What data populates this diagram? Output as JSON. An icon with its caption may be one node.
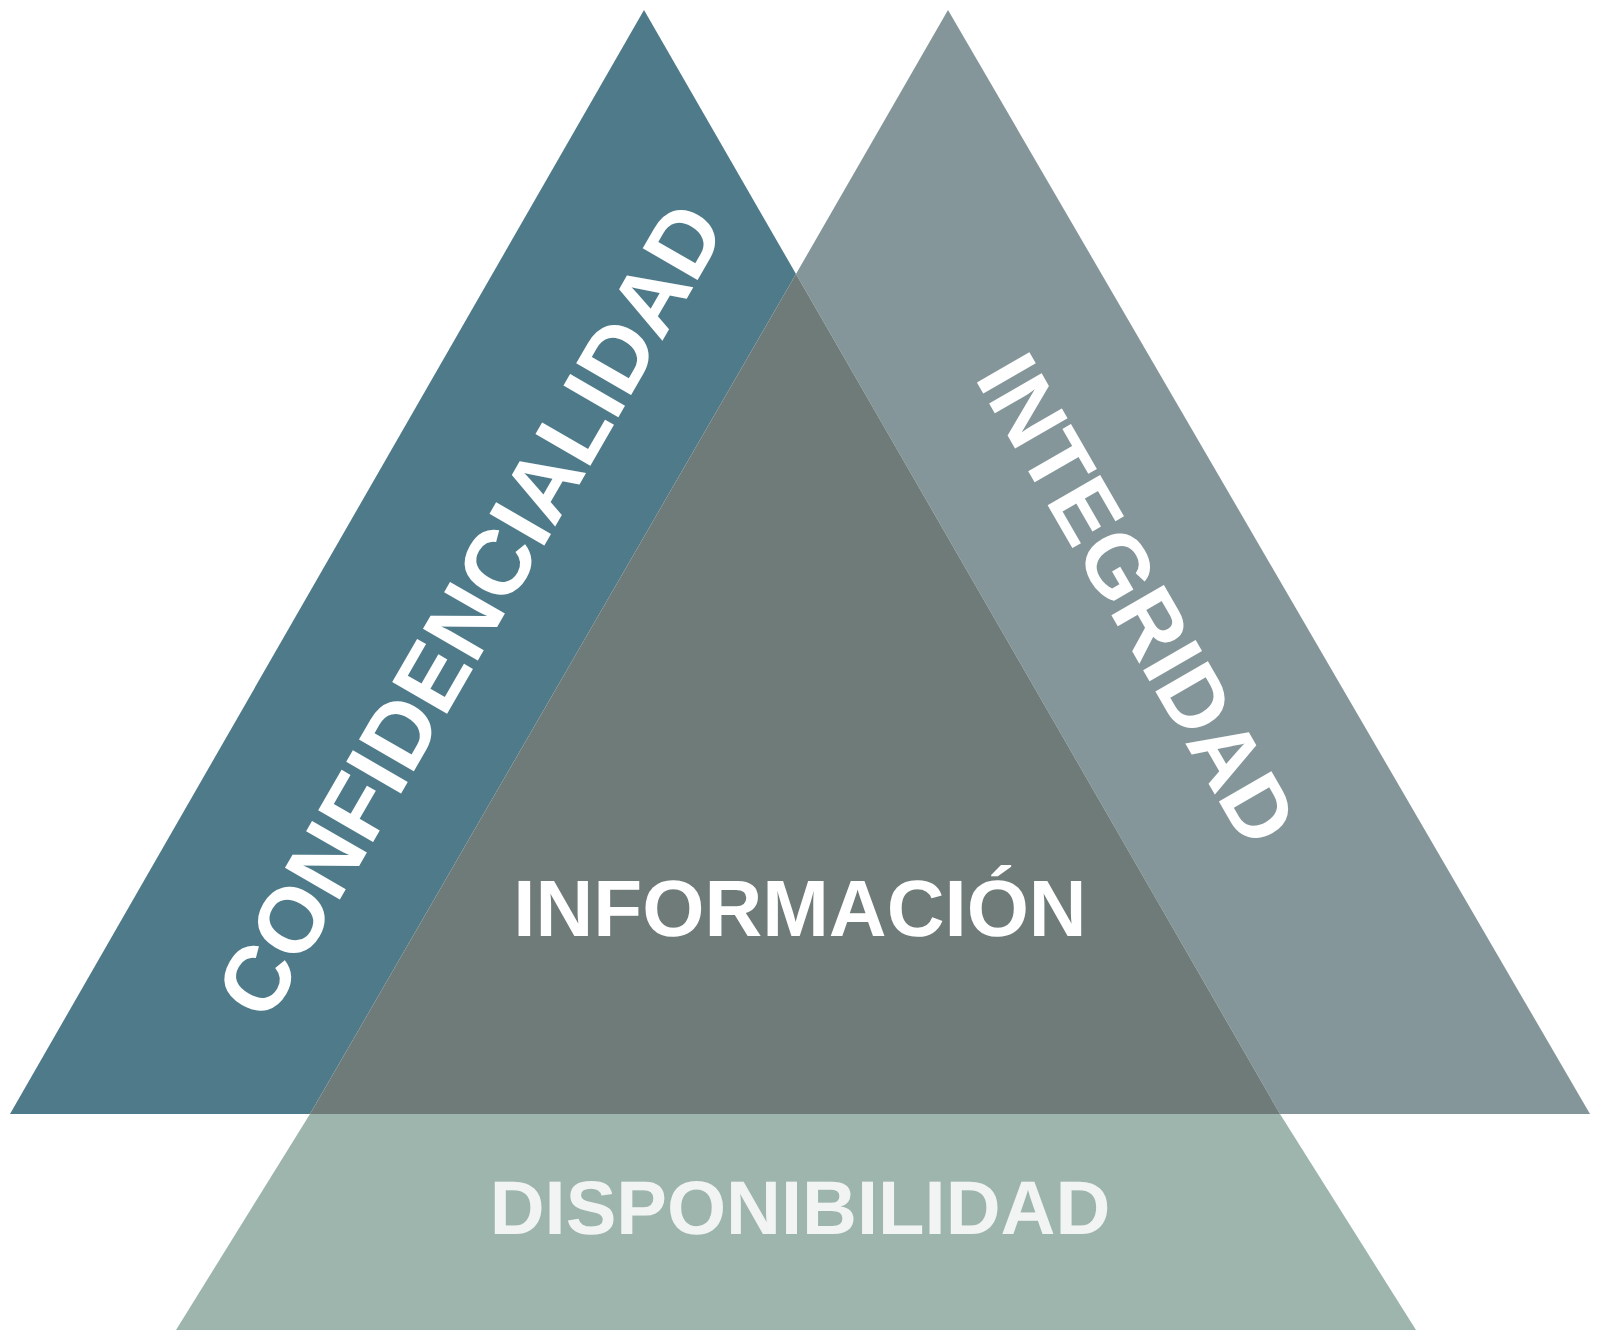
{
  "diagram": {
    "nodes": [
      {
        "text": [
          "CONFIDENCIALIDAD"
        ]
      },
      {
        "text": [
          "INTEGRIDAD"
        ]
      },
      {
        "text": [
          "INFORMACIÓN"
        ]
      },
      {
        "text": [
          "DISPONIBILIDAD"
        ]
      }
    ]
  }
}
